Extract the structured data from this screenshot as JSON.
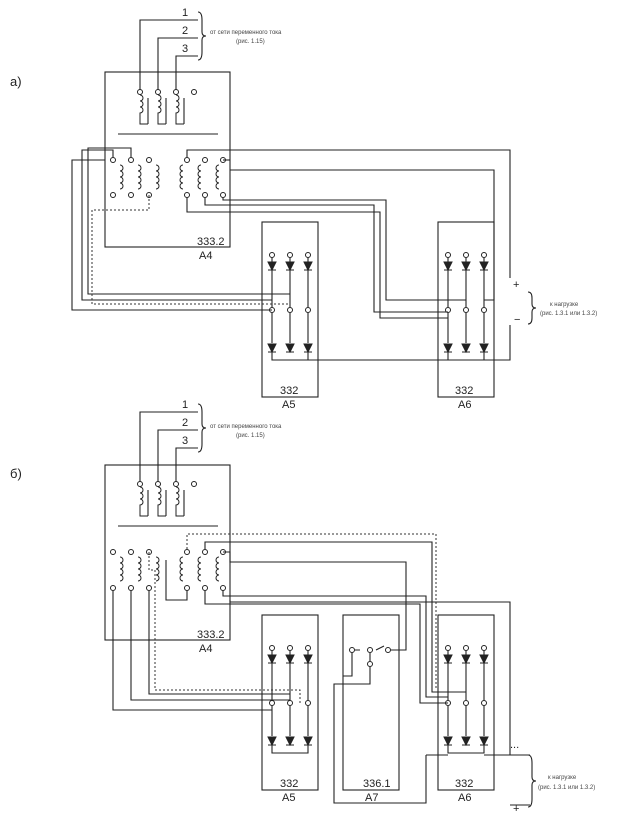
{
  "part_a": {
    "label": "а)",
    "inputs": [
      "1",
      "2",
      "3"
    ],
    "source_note": "от сети переменного тока",
    "source_ref": "(рис. 1.15)",
    "transformer": {
      "model": "333.2",
      "ref": "А4"
    },
    "rectifier_1": {
      "model": "332",
      "ref": "А5"
    },
    "rectifier_2": {
      "model": "332",
      "ref": "А6"
    },
    "plus": "+",
    "minus": "−",
    "load_note": "к нагрузке",
    "load_ref": "(рис. 1.3.1 или 1.3.2)"
  },
  "part_b": {
    "label": "б)",
    "inputs": [
      "1",
      "2",
      "3"
    ],
    "source_note": "от сети переменного тока",
    "source_ref": "(рис. 1.15)",
    "transformer": {
      "model": "333.2",
      "ref": "А4"
    },
    "rectifier_1": {
      "model": "332",
      "ref": "А5"
    },
    "switch": {
      "model": "336.1",
      "ref": "А7"
    },
    "rectifier_2": {
      "model": "332",
      "ref": "А6"
    },
    "plus": "+",
    "minus": "...",
    "load_note": "к нагрузке",
    "load_ref": "(рис. 1.3.1 или 1.3.2)"
  }
}
